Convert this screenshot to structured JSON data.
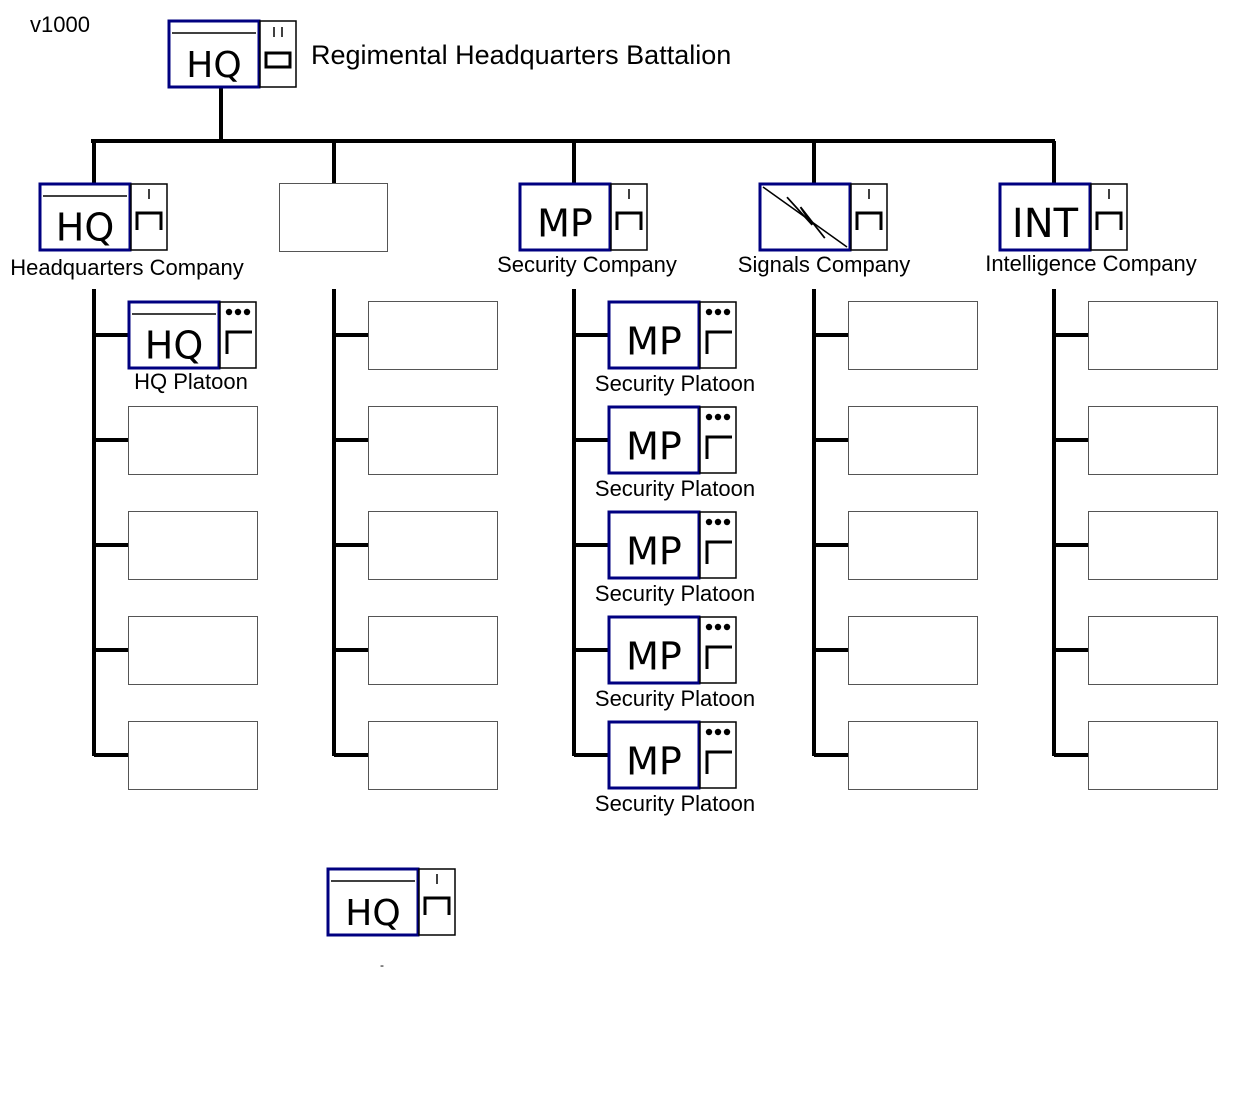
{
  "version": "v1000",
  "regiment": {
    "symbol": "HQ",
    "name": "Regimental Headquarters Battalion"
  },
  "companies": [
    {
      "symbol": "HQ",
      "name": "Headquarters Company",
      "platoons": [
        {
          "symbol": "HQ",
          "name": "HQ Platoon"
        }
      ]
    },
    {
      "symbol": "",
      "name": "",
      "platoons": []
    },
    {
      "symbol": "MP",
      "name": "Security Company",
      "platoons": [
        {
          "symbol": "MP",
          "name": "Security Platoon"
        },
        {
          "symbol": "MP",
          "name": "Security Platoon"
        },
        {
          "symbol": "MP",
          "name": "Security Platoon"
        },
        {
          "symbol": "MP",
          "name": "Security Platoon"
        },
        {
          "symbol": "MP",
          "name": "Security Platoon"
        }
      ]
    },
    {
      "symbol": "signals-icon",
      "name": "Signals Company",
      "platoons": []
    },
    {
      "symbol": "INT",
      "name": "Intelligence Company",
      "platoons": []
    }
  ],
  "loose_unit": {
    "symbol": "HQ",
    "name": "-"
  },
  "colors": {
    "frame": "#000080",
    "line": "#000000",
    "placeholder_border": "#555555"
  }
}
